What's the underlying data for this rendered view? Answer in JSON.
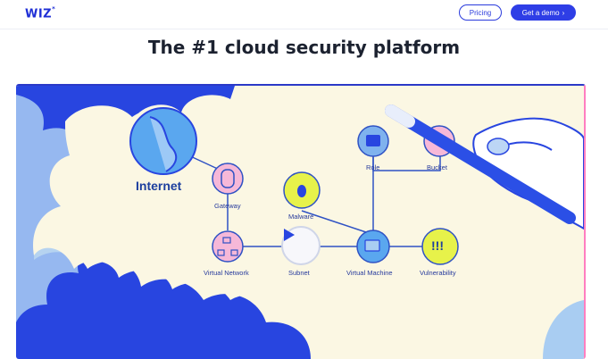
{
  "header": {
    "logo": "WIZ",
    "logo_mark": "*",
    "pricing_label": "Pricing",
    "demo_label": "Get a demo",
    "demo_arrow": "›"
  },
  "hero": {
    "title": "The #1 cloud security platform"
  },
  "diagram": {
    "internet": "Internet",
    "gateway": "Gateway",
    "virtual_network": "Virtual Network",
    "subnet": "Subnet",
    "malware": "Malware",
    "role": "Role",
    "bucket": "Bucket",
    "virtual_machine": "Virtual Machine",
    "vulnerability": "Vulnerability",
    "vuln_symbol": "!!!"
  },
  "colors": {
    "brand_blue": "#2e3ee6",
    "cloud_blue": "#2845e0",
    "light_blue": "#a9cdf2",
    "pink_node": "#f6b8d8",
    "yellow_node": "#e7f24a",
    "canvas": "#fbf7e3"
  },
  "icons": [
    "play-icon",
    "chevron-right-icon",
    "globe-icon",
    "door-icon",
    "network-icon",
    "bug-icon",
    "robot-icon",
    "bucket-icon",
    "monitor-icon",
    "alert-icon",
    "hand-icon"
  ]
}
